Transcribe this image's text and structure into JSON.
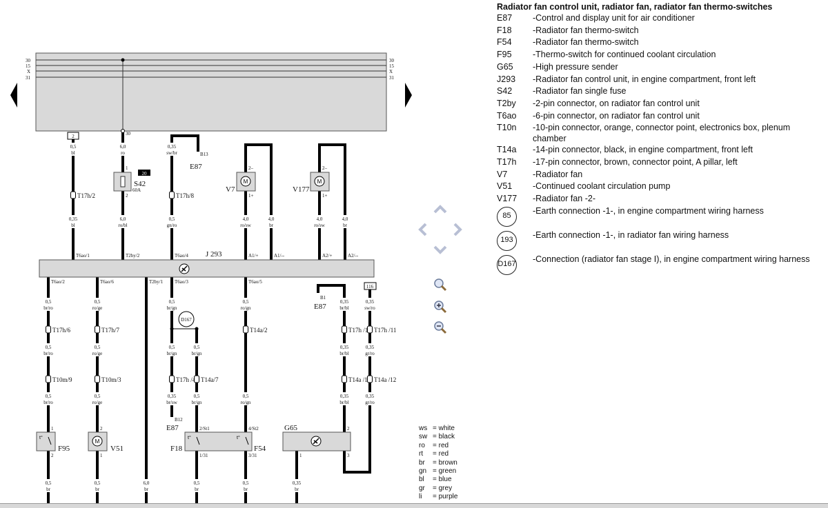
{
  "legend": {
    "title": "Radiator fan control unit, radiator fan, radiator fan thermo-switches",
    "items": [
      {
        "code": "E87",
        "desc": "-Control and display unit for air conditioner"
      },
      {
        "code": "F18",
        "desc": "-Radiator fan thermo-switch"
      },
      {
        "code": "F54",
        "desc": "-Radiator fan thermo-switch"
      },
      {
        "code": "F95",
        "desc": "-Thermo-switch for continued coolant circulation"
      },
      {
        "code": "G65",
        "desc": "-High pressure sender"
      },
      {
        "code": "J293",
        "desc": "-Radiator fan control unit, in engine compartment, front left"
      },
      {
        "code": "S42",
        "desc": "-Radiator fan single fuse"
      },
      {
        "code": "T2by",
        "desc": "-2-pin connector, on radiator fan control unit"
      },
      {
        "code": "T6ao",
        "desc": "-6-pin connector, on radiator fan control unit"
      },
      {
        "code": "T10n",
        "desc": "-10-pin connector, orange, connector point, electronics box, plenum chamber"
      },
      {
        "code": "T14a",
        "desc": "-14-pin connector, black, in engine compartment, front left"
      },
      {
        "code": "T17h",
        "desc": "-17-pin connector, brown, connector point, A pillar, left"
      },
      {
        "code": "V7",
        "desc": "-Radiator fan"
      },
      {
        "code": "V51",
        "desc": "-Continued coolant circulation pump"
      },
      {
        "code": "V177",
        "desc": "-Radiator fan -2-"
      }
    ],
    "circle_items": [
      {
        "code": "85",
        "desc": "-Earth connection -1-, in engine compartment wiring harness"
      },
      {
        "code": "193",
        "desc": "-Earth connection -1-, in radiator fan wiring harness"
      },
      {
        "code": "D167",
        "desc": "-Connection (radiator fan stage I), in engine compartment wiring harness"
      }
    ]
  },
  "color_codes": [
    {
      "k": "ws",
      "v": "= white"
    },
    {
      "k": "sw",
      "v": "= black"
    },
    {
      "k": "ro",
      "v": "= red"
    },
    {
      "k": "rt",
      "v": "= red"
    },
    {
      "k": "br",
      "v": "= brown"
    },
    {
      "k": "gn",
      "v": "= green"
    },
    {
      "k": "bl",
      "v": "= blue"
    },
    {
      "k": "gr",
      "v": "= grey"
    },
    {
      "k": "li",
      "v": "= purple"
    }
  ],
  "diagram": {
    "bus_labels": [
      "30",
      "15",
      "X",
      "31"
    ],
    "junction_label": "30",
    "ref_boxes": [
      "2",
      "116"
    ],
    "fuse_number": "20",
    "wires": [
      {
        "size": "0,5",
        "color": "bl"
      },
      {
        "size": "6,0",
        "color": "ro"
      },
      {
        "size": "0,35",
        "color": "sw/br"
      },
      {
        "size": "0,35",
        "color": "bl"
      },
      {
        "size": "6,0",
        "color": "ro/bl"
      },
      {
        "size": "0,5",
        "color": "gn/ro"
      },
      {
        "size": "4,0",
        "color": "ro/sw"
      },
      {
        "size": "4,0",
        "color": "br"
      },
      {
        "size": "4,0",
        "color": "ro/sw"
      },
      {
        "size": "4,0",
        "color": "br"
      },
      {
        "size": "0,5",
        "color": "br/ro"
      },
      {
        "size": "0,5",
        "color": "ro/ge"
      },
      {
        "size": "0,5",
        "color": "br/gn"
      },
      {
        "size": "0,5",
        "color": "ro/gn"
      },
      {
        "size": "0,35",
        "color": "br/bl"
      },
      {
        "size": "0,35",
        "color": "sw/ro"
      },
      {
        "size": "0,5",
        "color": "br/ro"
      },
      {
        "size": "0,5",
        "color": "ro/ge"
      },
      {
        "size": "0,5",
        "color": "br/gn"
      },
      {
        "size": "0,5",
        "color": "br/gn"
      },
      {
        "size": "0,35",
        "color": "br/bl"
      },
      {
        "size": "0,35",
        "color": "gr/ro"
      },
      {
        "size": "0,5",
        "color": "br/ro"
      },
      {
        "size": "0,5",
        "color": "ro/ge"
      },
      {
        "size": "0,35",
        "color": "br/sw"
      },
      {
        "size": "0,5",
        "color": "br/gn"
      },
      {
        "size": "0,5",
        "color": "ro/gn"
      },
      {
        "size": "0,35",
        "color": "br/bl"
      },
      {
        "size": "0,35",
        "color": "gr/ro"
      },
      {
        "size": "0,5",
        "color": "br"
      },
      {
        "size": "0,5",
        "color": "br"
      },
      {
        "size": "6,0",
        "color": "br"
      },
      {
        "size": "0,5",
        "color": "br"
      },
      {
        "size": "0,5",
        "color": "br"
      },
      {
        "size": "0,35",
        "color": "br"
      }
    ],
    "connectors": [
      "T17h/2",
      "T17h/8",
      "T17h/6",
      "T17h/7",
      "T14a/2",
      "T17h /10",
      "T17h /11",
      "T10m/9",
      "T10m/3",
      "T17h /4",
      "T14a/7",
      "T14a /13",
      "T14a /12"
    ],
    "pins": [
      "T6ao/1",
      "T2by/2",
      "T6ao/4",
      "A1/+",
      "A1/--",
      "A2/+",
      "A2/--",
      "T6ao/2",
      "T6ao/6",
      "T2by/1",
      "T6ao/3",
      "T6ao/5",
      "1",
      "2",
      "2–",
      "1+",
      "2–",
      "1+",
      "B13",
      "B1",
      "B12",
      "1",
      "2",
      "2",
      "1",
      "2/St1",
      "4/St2",
      "1/31",
      "3/31",
      "1",
      "2",
      "3"
    ],
    "components": [
      "S42",
      "60A",
      "E87",
      "V7",
      "V177",
      "J 293",
      "E87",
      "E87",
      "F95",
      "V51",
      "F18",
      "F54",
      "G65",
      "D167"
    ]
  }
}
